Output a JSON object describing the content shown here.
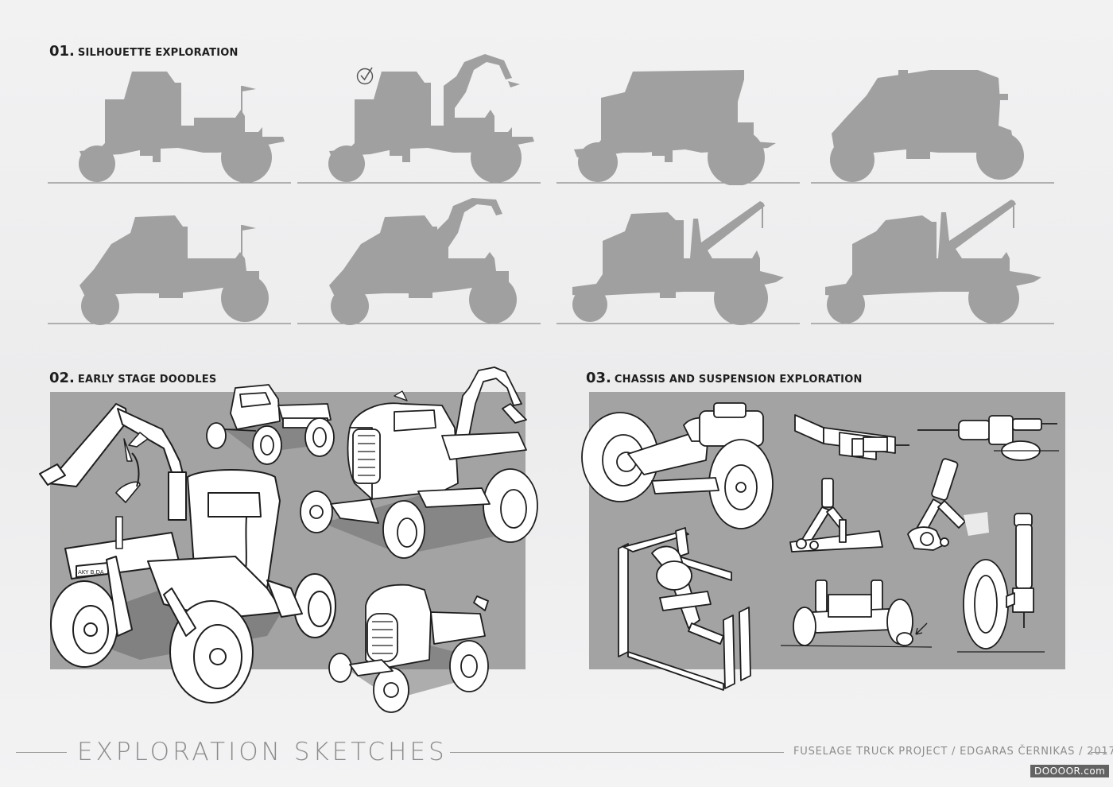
{
  "sections": {
    "silhouette": {
      "number": "01.",
      "title": "SILHOUETTE EXPLORATION"
    },
    "doodles": {
      "number": "02.",
      "title": "EARLY STAGE DOODLES"
    },
    "chassis": {
      "number": "03.",
      "title": "CHASSIS AND SUSPENSION EXPLORATION"
    }
  },
  "silhouettes": [
    {
      "id": 1,
      "variant": "short-cab-flag",
      "crane": false,
      "checked": false
    },
    {
      "id": 2,
      "variant": "cab-crane-arm",
      "crane": true,
      "checked": true
    },
    {
      "id": 3,
      "variant": "box-cab",
      "crane": false,
      "checked": false
    },
    {
      "id": 4,
      "variant": "tall-box-cab",
      "crane": false,
      "checked": false
    },
    {
      "id": 5,
      "variant": "rounded-hood-flag",
      "crane": false,
      "checked": false
    },
    {
      "id": 6,
      "variant": "rounded-hood-crane",
      "crane": true,
      "checked": false
    },
    {
      "id": 7,
      "variant": "tow-crane",
      "crane": true,
      "checked": false
    },
    {
      "id": 8,
      "variant": "tow-crane-long",
      "crane": true,
      "checked": false
    }
  ],
  "footer": {
    "title": "EXPLORATION SKETCHES",
    "credit": "FUSELAGE TRUCK PROJECT / EDGARAS ČERNIKAS / 2017"
  },
  "watermark": "DOOOOR.com",
  "plate_text": "AKY B,DA",
  "colors": {
    "background": "#eeeeef",
    "silhouette": "#a0a0a0",
    "panel": "#a3a3a3",
    "ink": "#1e1e1e",
    "footer_text": "#8c8c8c"
  }
}
